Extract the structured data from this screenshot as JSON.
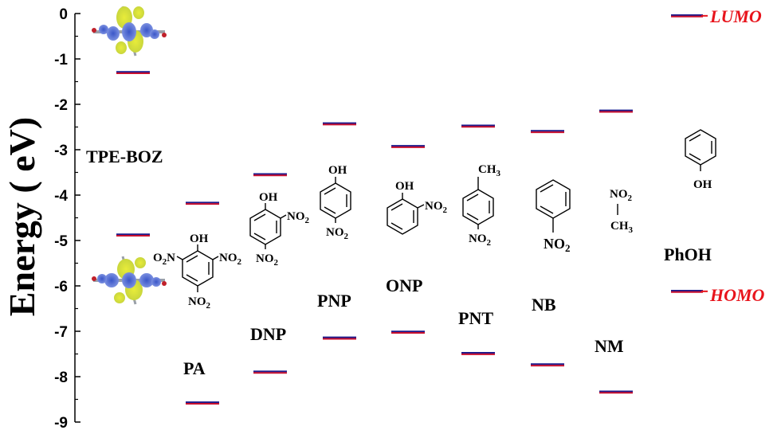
{
  "chart_data": {
    "type": "energy-level",
    "ylabel": "Energy ( eV)",
    "ylim": [
      -9,
      0
    ],
    "yticks": [
      0,
      -1,
      -2,
      -3,
      -4,
      -5,
      -6,
      -7,
      -8,
      -9
    ],
    "grid": false,
    "series": [
      {
        "name": "LUMO",
        "color": "#1a1a8c"
      },
      {
        "name": "HOMO",
        "color": "#c8102e"
      }
    ],
    "molecules": [
      {
        "name": "TPE-BOZ",
        "lumo": -1.3,
        "homo": -4.88
      },
      {
        "name": "PA",
        "lumo": -4.18,
        "homo": -8.58
      },
      {
        "name": "DNP",
        "lumo": -3.55,
        "homo": -7.9
      },
      {
        "name": "PNP",
        "lumo": -2.43,
        "homo": -7.15
      },
      {
        "name": "ONP",
        "lumo": -2.93,
        "homo": -7.02
      },
      {
        "name": "PNT",
        "lumo": -2.48,
        "homo": -7.49
      },
      {
        "name": "NB",
        "lumo": -2.6,
        "homo": -7.74
      },
      {
        "name": "NM",
        "lumo": -2.15,
        "homo": -8.34
      }
    ],
    "legend_sample": {
      "lumo": -0.05,
      "homo": -6.12
    },
    "extra_labels": [
      "PhOH"
    ],
    "structure_labels": {
      "oh": "OH",
      "no2": "NO",
      "no2_sub": "2",
      "o2n": "O",
      "o2n_sub": "2",
      "o2n_n": "N",
      "ch3": "CH",
      "ch3_sub": "3"
    }
  }
}
